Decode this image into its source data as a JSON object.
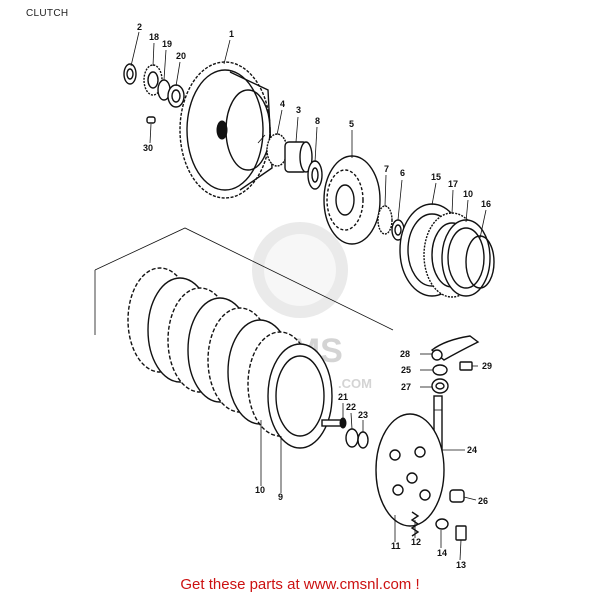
{
  "title": "CLUTCH",
  "footer": "Get these parts at www.cmsnl.com !",
  "watermark": {
    "brand": "CMS",
    "domain": ".COM"
  },
  "colors": {
    "footer": "#cc1111",
    "lines": "#111111",
    "background": "#ffffff",
    "watermark": "#d9d9d9"
  },
  "callouts": [
    {
      "id": "c1",
      "label": "1"
    },
    {
      "id": "c2",
      "label": "2"
    },
    {
      "id": "c3",
      "label": "3"
    },
    {
      "id": "c4",
      "label": "4"
    },
    {
      "id": "c5",
      "label": "5"
    },
    {
      "id": "c6",
      "label": "6"
    },
    {
      "id": "c7",
      "label": "7"
    },
    {
      "id": "c8",
      "label": "8"
    },
    {
      "id": "c9",
      "label": "9"
    },
    {
      "id": "c10a",
      "label": "10"
    },
    {
      "id": "c10b",
      "label": "10"
    },
    {
      "id": "c11",
      "label": "11"
    },
    {
      "id": "c12",
      "label": "12"
    },
    {
      "id": "c13",
      "label": "13"
    },
    {
      "id": "c14",
      "label": "14"
    },
    {
      "id": "c15",
      "label": "15"
    },
    {
      "id": "c16",
      "label": "16"
    },
    {
      "id": "c17",
      "label": "17"
    },
    {
      "id": "c18",
      "label": "18"
    },
    {
      "id": "c19",
      "label": "19"
    },
    {
      "id": "c20",
      "label": "20"
    },
    {
      "id": "c21",
      "label": "21"
    },
    {
      "id": "c22",
      "label": "22"
    },
    {
      "id": "c23",
      "label": "23"
    },
    {
      "id": "c24",
      "label": "24"
    },
    {
      "id": "c25",
      "label": "25"
    },
    {
      "id": "c26",
      "label": "26"
    },
    {
      "id": "c27",
      "label": "27"
    },
    {
      "id": "c28",
      "label": "28"
    },
    {
      "id": "c29",
      "label": "29"
    },
    {
      "id": "c30",
      "label": "30"
    }
  ]
}
